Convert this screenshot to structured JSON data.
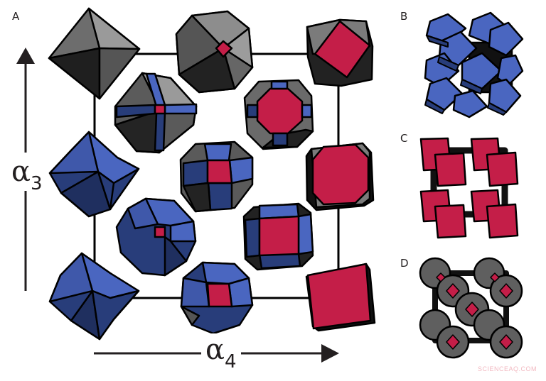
{
  "panels": {
    "A": {
      "label": "A"
    },
    "B": {
      "label": "B"
    },
    "C": {
      "label": "C"
    },
    "D": {
      "label": "D"
    }
  },
  "axes": {
    "vertical": {
      "symbol": "α",
      "subscript": "3"
    },
    "horizontal": {
      "symbol": "α",
      "subscript": "4"
    }
  },
  "colors": {
    "gray_light": "#8a8a8a",
    "gray_mid": "#5f5f5f",
    "gray_dark": "#2b2b2b",
    "blue_light": "#4a66c0",
    "blue_dark": "#283d7a",
    "red": "#c41e48",
    "outline": "#000000"
  },
  "grid": {
    "rows": [
      [
        "octahedron",
        "truncated-cube-small-face",
        "cube-with-red-square-diamond"
      ],
      [
        "blue-cross-octahedron",
        "red-octagon-polyhedron"
      ],
      [
        "rhombic-blue-shape",
        "blue-red-rhombicuboctahedron",
        "red-octagon-cube"
      ],
      [
        "blue-rhombic-small-red",
        "blue-rhombicuboctahedron-red-square"
      ],
      [
        "blue-rhombic-dodecahedron",
        "blue-truncated-octahedron-red",
        "red-cube"
      ]
    ]
  },
  "watermark": "SCIENCEAQ.COM"
}
